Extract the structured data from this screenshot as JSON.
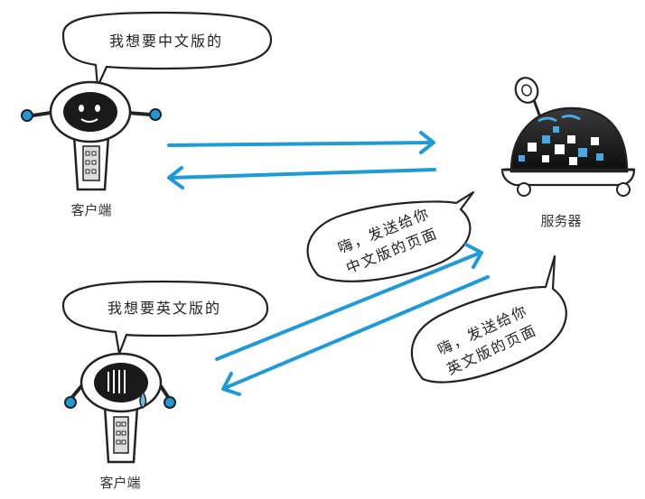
{
  "client_top": {
    "label": "客户端",
    "speech": "我想要中文版的"
  },
  "client_bottom": {
    "label": "客户端",
    "speech": "我想要英文版的"
  },
  "server": {
    "label": "服务器"
  },
  "server_reply_chinese": {
    "line1": "嗨，发送给你",
    "line2": "中文版的页面"
  },
  "server_reply_english": {
    "line1": "嗨，发送给你",
    "line2": "英文版的页面"
  },
  "colors": {
    "arrow": "#1e9ad6",
    "outline": "#222222",
    "robot_face": "#1a1a1a",
    "server_blue": "#4aa8e0",
    "sweat_drop": "#6fb6e4"
  }
}
